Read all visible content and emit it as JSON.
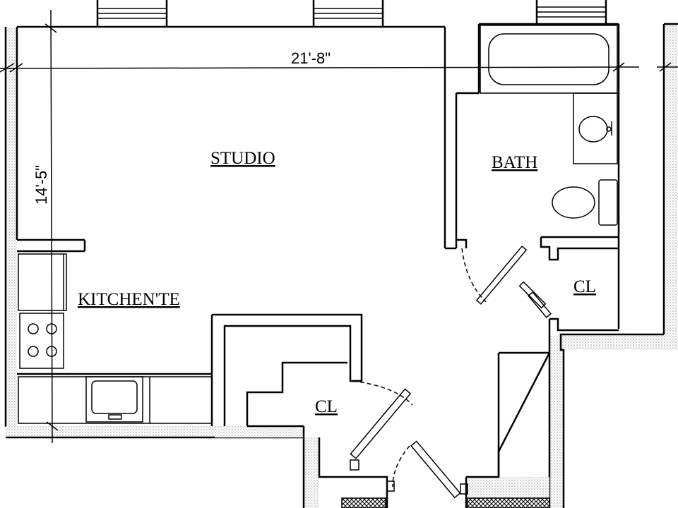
{
  "labels": {
    "studio": "STUDIO",
    "bath": "BATH",
    "kitchenette": "KITCHEN'TE",
    "closet_bath": "CL",
    "closet_entry": "CL"
  },
  "dimensions": {
    "width": "21'-8\"",
    "depth": "14'-5\""
  },
  "colors": {
    "line": "#000000",
    "stipple": "#b5b5b5",
    "background": "#ffffff"
  }
}
